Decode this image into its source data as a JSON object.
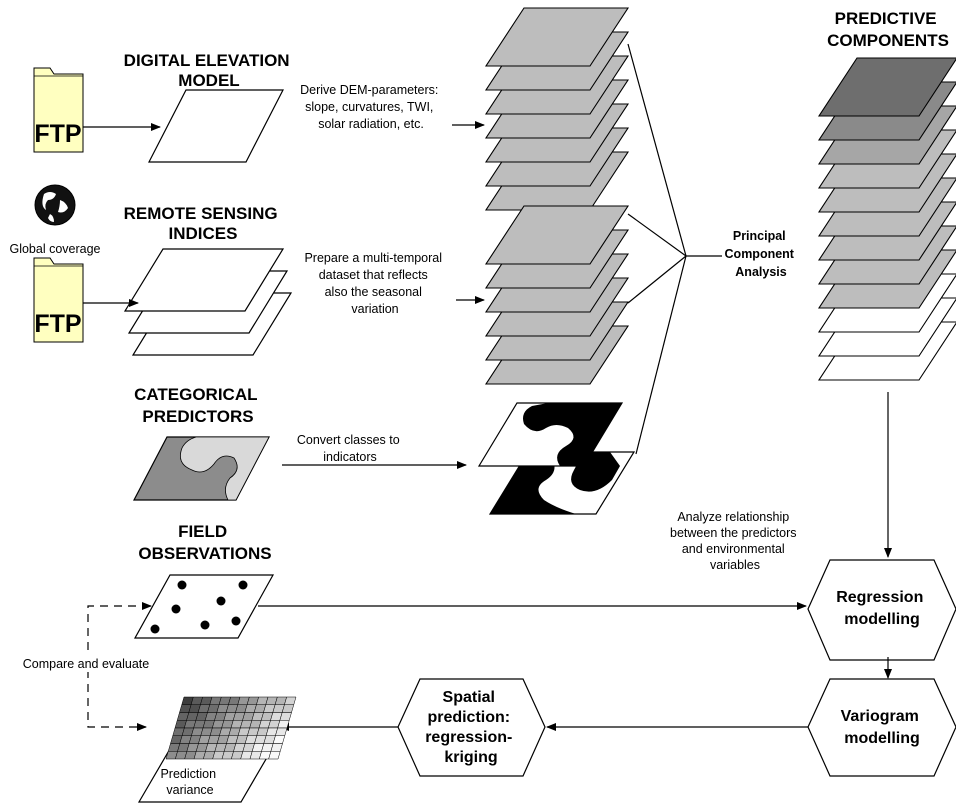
{
  "headers": {
    "dem": [
      "DIGITAL ELEVATION",
      "MODEL"
    ],
    "rs": [
      "REMOTE SENSING",
      "INDICES"
    ],
    "cat": [
      "CATEGORICAL",
      "PREDICTORS"
    ],
    "field": [
      "FIELD",
      "OBSERVATIONS"
    ],
    "pred": [
      "PREDICTIVE",
      "COMPONENTS"
    ]
  },
  "notes": {
    "dem": [
      "Derive DEM-parameters:",
      "slope, curvatures, TWI,",
      "solar radiation, etc."
    ],
    "rs": [
      "Prepare a multi-temporal",
      "dataset that reflects",
      "also the seasonal",
      "variation"
    ],
    "cat": [
      "Convert classes to",
      "indicators"
    ],
    "pca": [
      "Principal",
      "Component",
      "Analysis"
    ],
    "analyze": [
      "Analyze relationship",
      "between the predictors",
      "and environmental",
      "variables"
    ],
    "compare": "Compare and evaluate",
    "globe": "Global coverage",
    "variance": [
      "Prediction",
      "variance"
    ]
  },
  "ftp_label": "FTP",
  "steps": {
    "regression": [
      "Regression",
      "modelling"
    ],
    "variogram": [
      "Variogram",
      "modelling"
    ],
    "spatial": [
      "Spatial",
      "prediction:",
      "regression-",
      "kriging"
    ]
  },
  "colors": {
    "layer_gray": "#bdbdbd",
    "layer_dark": "#7a7a7a",
    "folder": "#ffffc0",
    "cat_light": "#d9d9d9",
    "cat_mid": "#8c8c8c"
  }
}
